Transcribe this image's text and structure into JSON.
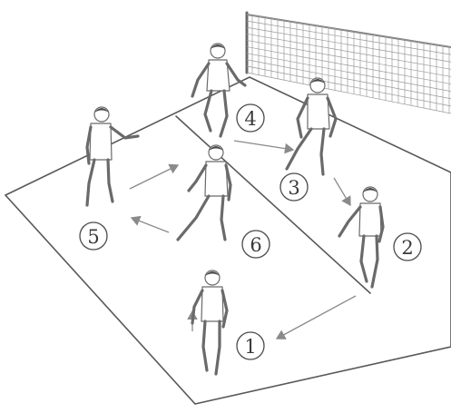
{
  "positions": [
    {
      "label": "1"
    },
    {
      "label": "2"
    },
    {
      "label": "3"
    },
    {
      "label": "4"
    },
    {
      "label": "5"
    },
    {
      "label": "6"
    }
  ],
  "colors": {
    "lines": "#585858",
    "arrows": "#8a8a8a",
    "net": "#9a9a9a",
    "background": "#ffffff"
  }
}
